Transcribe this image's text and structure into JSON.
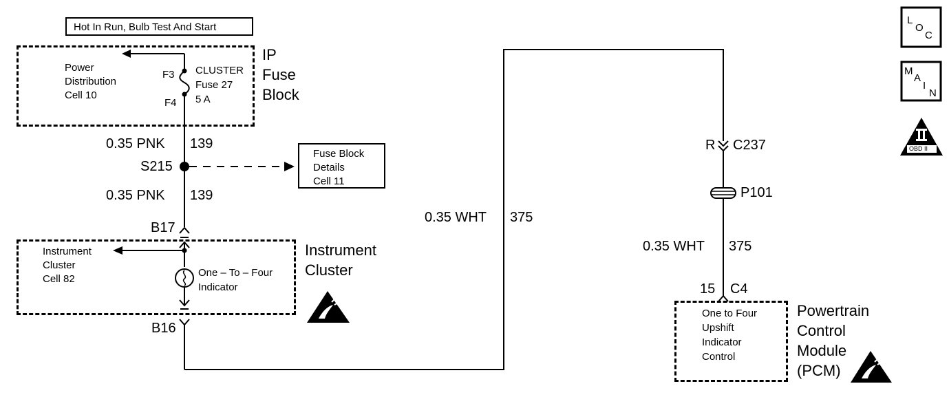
{
  "supply_label": "Hot In Run, Bulb Test And Start",
  "fuse_block": {
    "title_lines": [
      "IP",
      "Fuse",
      "Block"
    ],
    "reference_lines": [
      "Power",
      "Distribution",
      "Cell 10"
    ],
    "fuse_name": "CLUSTER",
    "fuse_number": "Fuse 27",
    "fuse_rating": "5 A",
    "terminal_in": "F3",
    "terminal_out": "F4"
  },
  "wires": [
    {
      "size_color": "0.35 PNK",
      "circuit": "139"
    },
    {
      "size_color": "0.35 PNK",
      "circuit": "139"
    },
    {
      "size_color": "0.35 WHT",
      "circuit": "375"
    },
    {
      "size_color": "0.35 WHT",
      "circuit": "375"
    }
  ],
  "splice": {
    "name": "S215",
    "reference_lines": [
      "Fuse Block",
      "Details",
      "Cell 11"
    ]
  },
  "instrument_cluster": {
    "title_lines": [
      "Instrument",
      "Cluster"
    ],
    "reference_lines": [
      "Instrument",
      "Cluster",
      "Cell 82"
    ],
    "indicator_lines": [
      "One – To – Four",
      "Indicator"
    ],
    "pin_top": "B17",
    "pin_bottom": "B16"
  },
  "connector_c237": {
    "pin": "R",
    "name": "C237"
  },
  "pass_through": {
    "name": "P101"
  },
  "pcm": {
    "pin": "15",
    "connector": "C4",
    "title_lines": [
      "Powertrain",
      "Control",
      "Module",
      "(PCM)"
    ],
    "function_lines": [
      "One to Four",
      "Upshift",
      "Indicator",
      "Control"
    ]
  },
  "nav_icons": {
    "loc": [
      "L",
      "O",
      "C"
    ],
    "main": [
      "M",
      "A",
      "I",
      "N"
    ],
    "obd": {
      "numeral": "II",
      "caption": "OBD II"
    }
  }
}
